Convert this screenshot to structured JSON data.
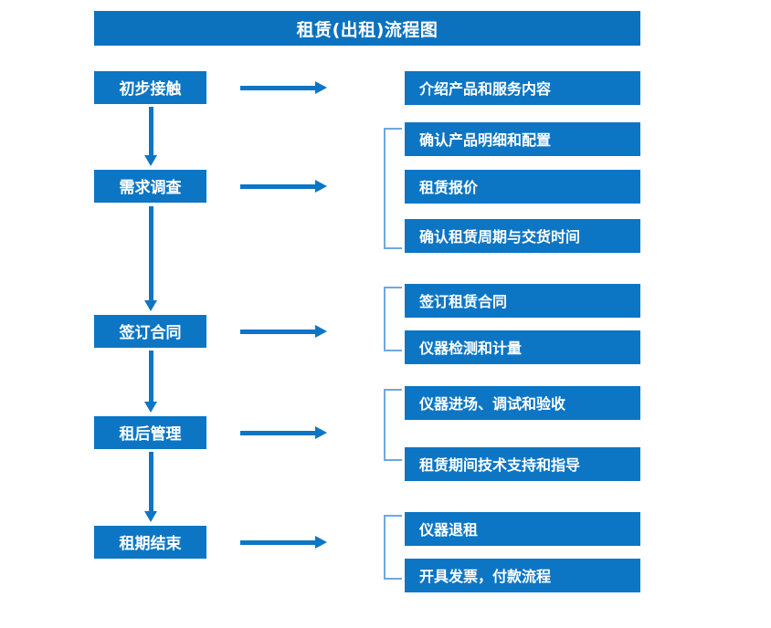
{
  "title": "租赁(出租)流程图",
  "colors": {
    "box_blue": "#0C76C4",
    "title_blue": "#0C72BE",
    "bracket_blue": "#6FA8DC",
    "text_white": "#FFFFFF",
    "background": "#FFFFFF"
  },
  "flow": {
    "stages": [
      {
        "id": "stage-1",
        "label": "初步接触"
      },
      {
        "id": "stage-2",
        "label": "需求调查"
      },
      {
        "id": "stage-3",
        "label": "签订合同"
      },
      {
        "id": "stage-4",
        "label": "租后管理"
      },
      {
        "id": "stage-5",
        "label": "租期结束"
      }
    ],
    "groups": [
      {
        "stage": "初步接触",
        "bracketed": false,
        "details": [
          {
            "label": "介绍产品和服务内容"
          }
        ]
      },
      {
        "stage": "需求调查",
        "bracketed": true,
        "details": [
          {
            "label": "确认产品明细和配置"
          },
          {
            "label": "租赁报价"
          },
          {
            "label": "确认租赁周期与交货时间"
          }
        ]
      },
      {
        "stage": "签订合同",
        "bracketed": true,
        "details": [
          {
            "label": "签订租赁合同"
          },
          {
            "label": "仪器检测和计量"
          }
        ]
      },
      {
        "stage": "租后管理",
        "bracketed": true,
        "details": [
          {
            "label": "仪器进场、调试和验收"
          },
          {
            "label": "租赁期间技术支持和指导"
          }
        ]
      },
      {
        "stage": "租期结束",
        "bracketed": true,
        "details": [
          {
            "label": "仪器退租"
          },
          {
            "label": "开具发票，付款流程"
          }
        ]
      }
    ],
    "connectors": {
      "horizontal_arrow_count": 5,
      "vertical_arrow_count": 4,
      "direction": "top-to-bottom, left-to-right"
    }
  }
}
